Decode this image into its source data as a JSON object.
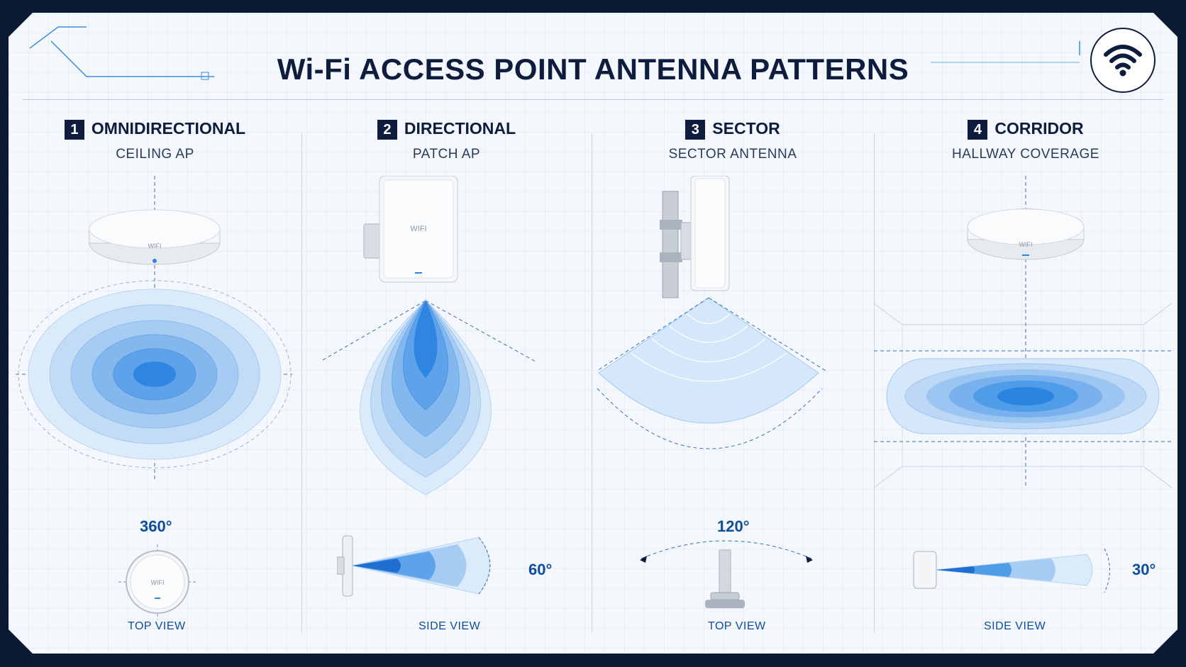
{
  "title": "Wi-Fi ACCESS POINT ANTENNA PATTERNS",
  "icons": {
    "badge": "wifi-icon"
  },
  "colors": {
    "navy": "#0e1c3d",
    "accent": "#1f7fe0",
    "label": "#0e4d9c"
  },
  "panels": [
    {
      "number": "1",
      "title": "OMNIDIRECTIONAL",
      "subtitle": "CEILING AP",
      "angle": "360°",
      "view": "TOP VIEW",
      "device_label": "WIFI",
      "small_device_label": "WIFI"
    },
    {
      "number": "2",
      "title": "DIRECTIONAL",
      "subtitle": "PATCH AP",
      "angle": "60°",
      "view": "SIDE VIEW",
      "device_label": "WIFI"
    },
    {
      "number": "3",
      "title": "SECTOR",
      "subtitle": "SECTOR ANTENNA",
      "angle": "120°",
      "view": "TOP VIEW"
    },
    {
      "number": "4",
      "title": "CORRIDOR",
      "subtitle": "HALLWAY COVERAGE",
      "angle": "30°",
      "view": "SIDE VIEW",
      "device_label": "WIFI"
    }
  ]
}
